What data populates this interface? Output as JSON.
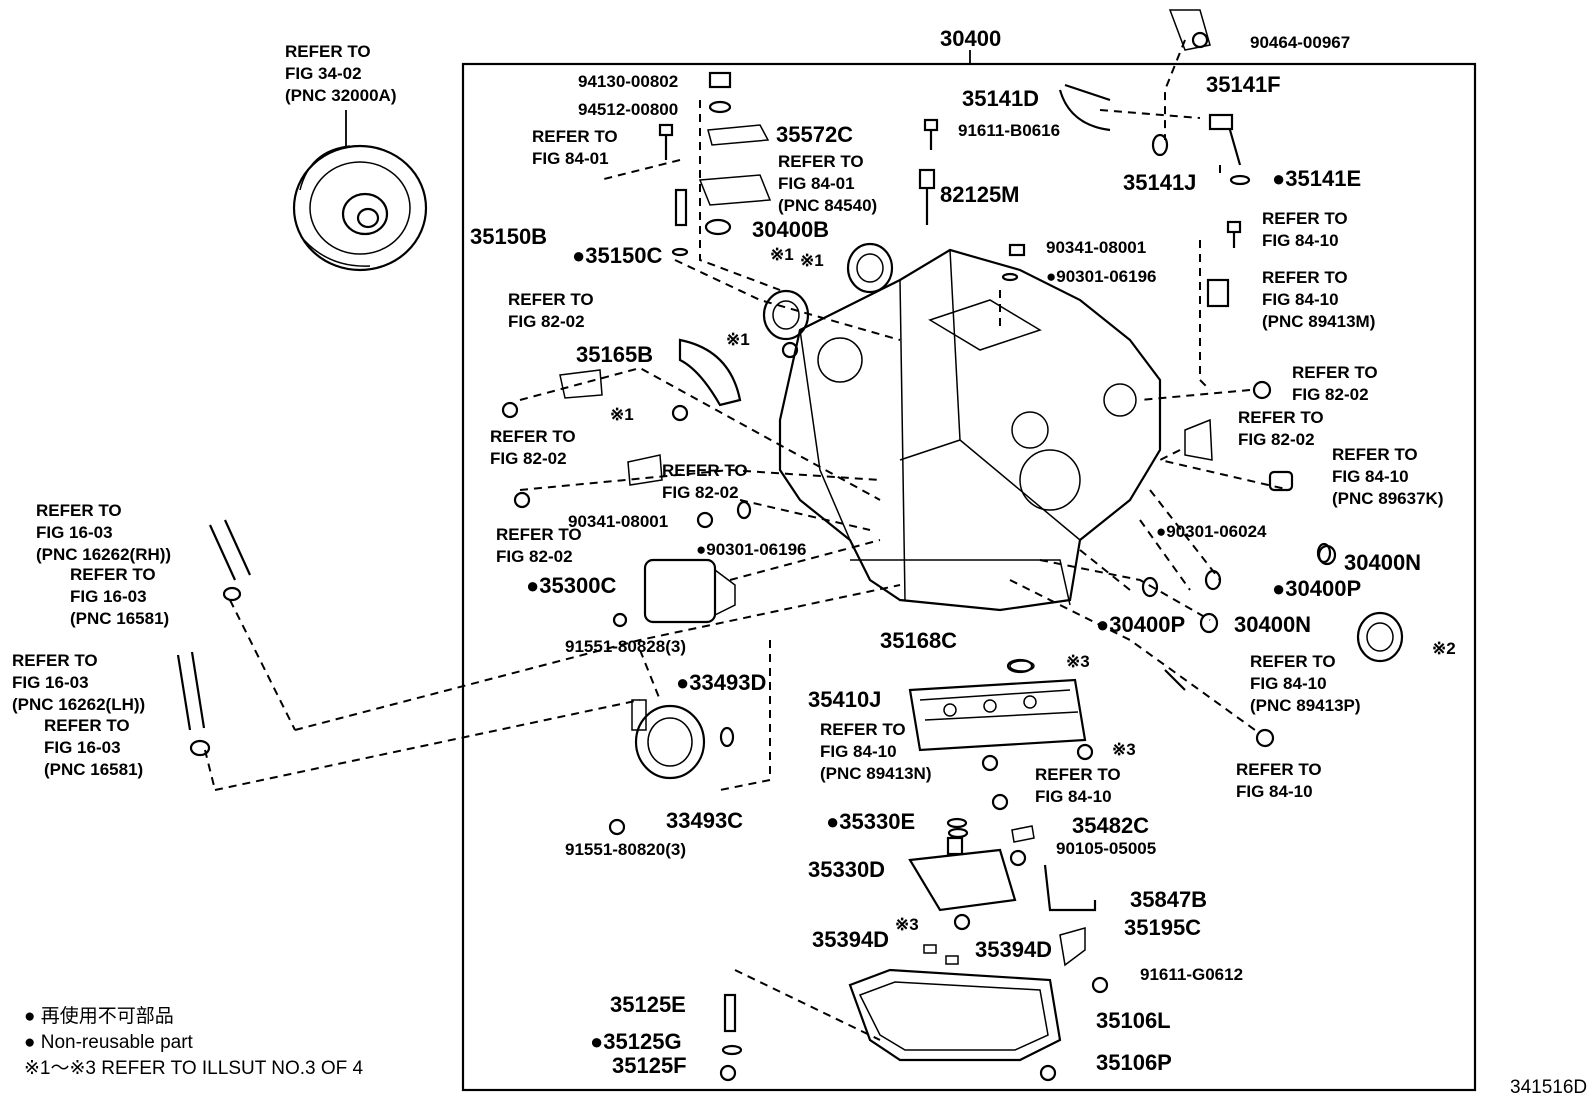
{
  "diagram_code": "341516D",
  "assembly_number": "30400",
  "legend": {
    "line1": "● 再使用不可部品",
    "line2": "● Non-reusable part",
    "line3": "※1～※3 REFER TO ILLSUT NO.3 OF 4"
  },
  "refer_blocks": {
    "torque_converter": [
      "REFER TO",
      "FIG 34-02",
      "(PNC 32000A)"
    ],
    "fig8401_a": [
      "REFER TO",
      "FIG 84-01"
    ],
    "fig8401_b": [
      "REFER TO",
      "FIG 84-01",
      "(PNC 84540)"
    ],
    "fig8202_a": [
      "REFER TO",
      "FIG 82-02"
    ],
    "fig8202_b": [
      "REFER TO",
      "FIG 82-02"
    ],
    "fig8202_c": [
      "REFER TO",
      "FIG 82-02"
    ],
    "fig8202_d": [
      "REFER TO",
      "FIG 82-02"
    ],
    "fig8202_e": [
      "REFER TO",
      "FIG 82-02"
    ],
    "fig8202_f": [
      "REFER TO",
      "FIG 82-02"
    ],
    "fig8410_a": [
      "REFER TO",
      "FIG 84-10"
    ],
    "fig8410_b": [
      "REFER TO",
      "FIG 84-10",
      "(PNC 89413M)"
    ],
    "fig8410_c": [
      "REFER TO",
      "FIG 84-10",
      "(PNC 89637K)"
    ],
    "fig8410_d": [
      "REFER TO",
      "FIG 84-10",
      "(PNC 89413P)"
    ],
    "fig8410_e": [
      "REFER TO",
      "FIG 84-10"
    ],
    "fig8410_f": [
      "REFER TO",
      "FIG 84-10",
      "(PNC 89413N)"
    ],
    "fig8410_g": [
      "REFER TO",
      "FIG 84-10"
    ],
    "fig1603_rh": [
      "REFER TO",
      "FIG 16-03",
      "(PNC 16262(RH))"
    ],
    "fig1603_a": [
      "REFER TO",
      "FIG 16-03",
      "(PNC 16581)"
    ],
    "fig1603_lh": [
      "REFER TO",
      "FIG 16-03",
      "(PNC 16262(LH))"
    ],
    "fig1603_b": [
      "REFER TO",
      "FIG 16-03",
      "(PNC 16581)"
    ]
  },
  "parts": {
    "p90464": "90464-00967",
    "p94130": "94130-00802",
    "p94512": "94512-00800",
    "p35572C": "35572C",
    "p35141D": "35141D",
    "p35141F": "35141F",
    "p91611B": "91611-B0616",
    "p82125M": "82125M",
    "p35141J": "35141J",
    "p35141E": "●35141E",
    "p30400B": "30400B",
    "p35150B": "35150B",
    "p35150C": "●35150C",
    "p90341a": "90341-08001",
    "p90301a": "●90301-06196",
    "pX1a": "※1",
    "pX1b": "※1",
    "pX1c": "※1",
    "pX1d": "※1",
    "p35165B": "35165B",
    "p90341b": "90341-08001",
    "p90301b": "●90301-06196",
    "p90301c": "●90301-06024",
    "p30400Na": "30400N",
    "p30400Pa": "●30400P",
    "p30400Pb": "●30400P",
    "p30400Nb": "30400N",
    "p35300C": "●35300C",
    "p35168C": "35168C",
    "pX2": "※2",
    "p91551a": "91551-80828(3)",
    "p33493D": "●33493D",
    "p35410J": "35410J",
    "pX3a": "※3",
    "pX3b": "※3",
    "pX3c": "※3",
    "p33493C": "33493C",
    "p91551b": "91551-80820(3)",
    "p35330E": "●35330E",
    "p35482C": "35482C",
    "p90105": "90105-05005",
    "p35330D": "35330D",
    "p35847B": "35847B",
    "p35195C": "35195C",
    "p35394Da": "35394D",
    "p35394Db": "35394D",
    "p91611G": "91611-G0612",
    "p35125E": "35125E",
    "p35106L": "35106L",
    "p35125G": "●35125G",
    "p35125F": "35125F",
    "p35106P": "35106P"
  }
}
